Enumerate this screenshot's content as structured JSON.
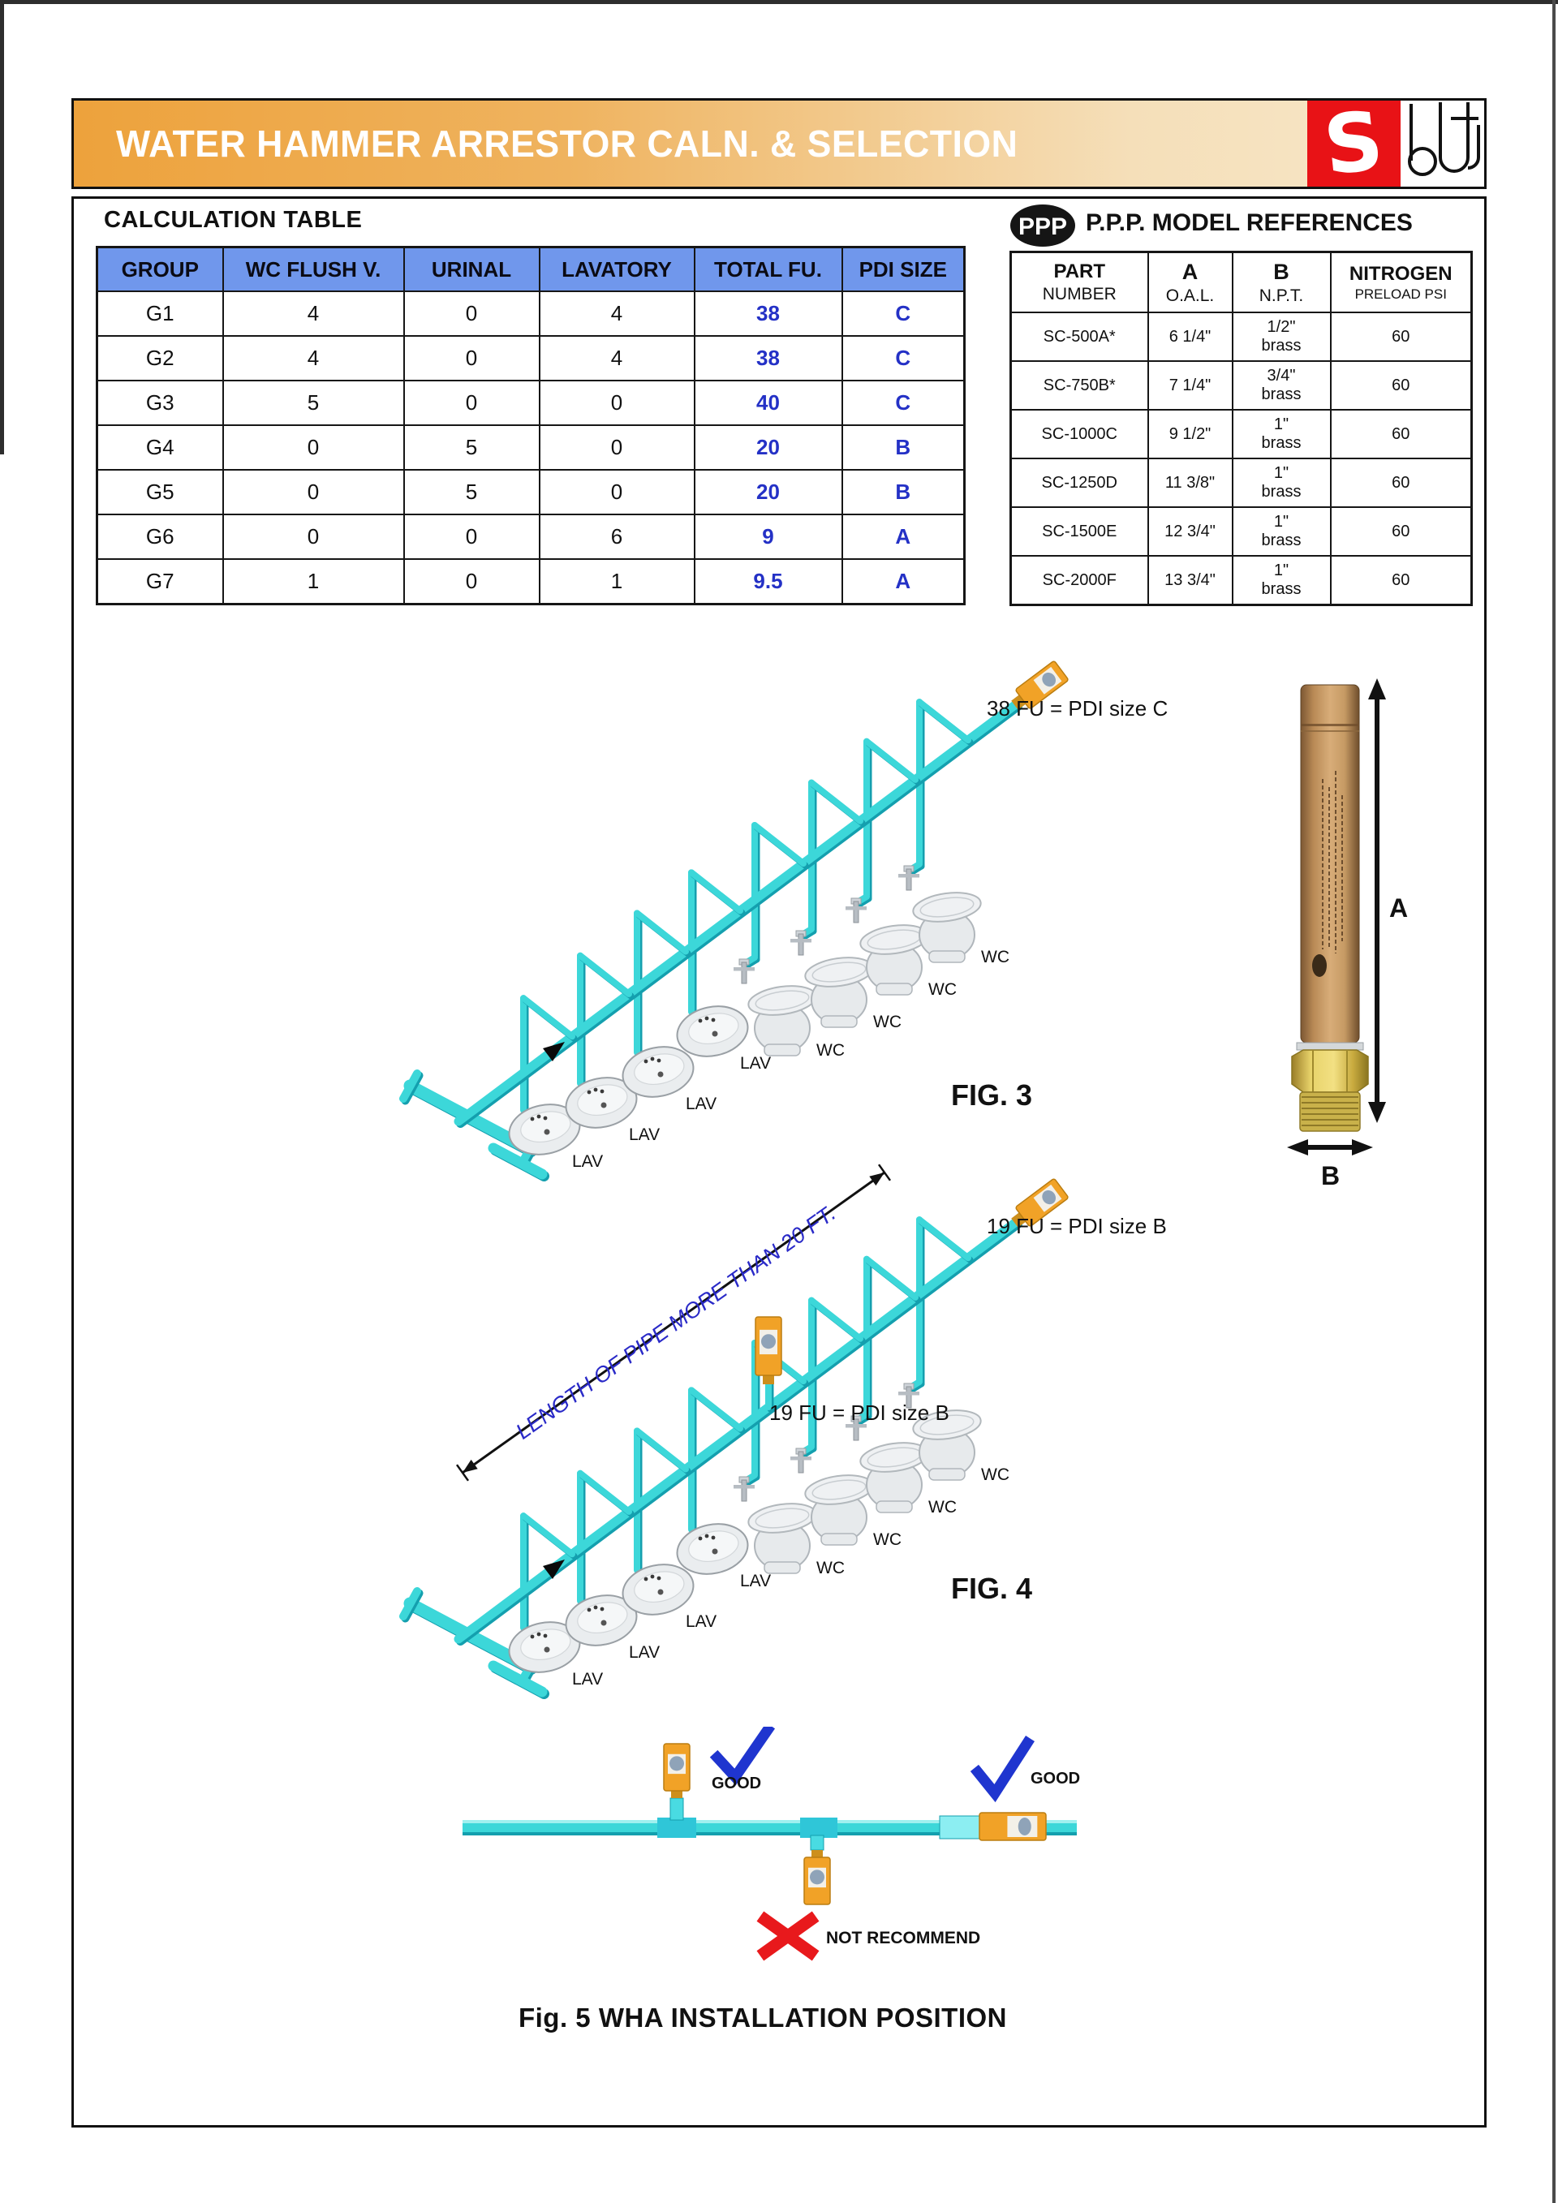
{
  "page": {
    "banner_title": "WATER HAMMER ARRESTOR CALN. & SELECTION"
  },
  "logo": {
    "s_letter": "S"
  },
  "calc_table": {
    "title": "CALCULATION TABLE",
    "headers": [
      "GROUP",
      "WC FLUSH V.",
      "URINAL",
      "LAVATORY",
      "TOTAL FU.",
      "PDI SIZE"
    ],
    "rows": [
      [
        "G1",
        "4",
        "0",
        "4",
        "38",
        "C"
      ],
      [
        "G2",
        "4",
        "0",
        "4",
        "38",
        "C"
      ],
      [
        "G3",
        "5",
        "0",
        "0",
        "40",
        "C"
      ],
      [
        "G4",
        "0",
        "5",
        "0",
        "20",
        "B"
      ],
      [
        "G5",
        "0",
        "5",
        "0",
        "20",
        "B"
      ],
      [
        "G6",
        "0",
        "0",
        "6",
        "9",
        "A"
      ],
      [
        "G7",
        "1",
        "0",
        "1",
        "9.5",
        "A"
      ]
    ]
  },
  "ref_table": {
    "logo_text": "PPP",
    "title": "P.P.P. MODEL REFERENCES",
    "headers": [
      {
        "line1": "PART",
        "line2": "NUMBER",
        "big": false
      },
      {
        "line1": "A",
        "line2": "O.A.L.",
        "big": true
      },
      {
        "line1": "B",
        "line2": "N.P.T.",
        "big": true
      },
      {
        "line1": "NITROGEN",
        "line2": "PRELOAD PSI",
        "big": false,
        "small2": true
      }
    ],
    "rows": [
      [
        "SC-500A*",
        "6 1/4\"",
        [
          "1/2\"",
          "brass"
        ],
        "60"
      ],
      [
        "SC-750B*",
        "7 1/4\"",
        [
          "3/4\"",
          "brass"
        ],
        "60"
      ],
      [
        "SC-1000C",
        "9 1/2\"",
        [
          "1\"",
          "brass"
        ],
        "60"
      ],
      [
        "SC-1250D",
        "11 3/8\"",
        [
          "1\"",
          "brass"
        ],
        "60"
      ],
      [
        "SC-1500E",
        "12 3/4\"",
        [
          "1\"",
          "brass"
        ],
        "60"
      ],
      [
        "SC-2000F",
        "13 3/4\"",
        [
          "1\"",
          "brass"
        ],
        "60"
      ]
    ]
  },
  "fig3": {
    "caption": "FIG. 3",
    "fu_label": "38 FU = PDI size C",
    "lav_label": "LAV",
    "wc_label": "WC"
  },
  "fig4": {
    "caption": "FIG. 4",
    "fu_label": "19 FU = PDI size B",
    "mid_label": "19 FU = PDI size B",
    "dim_label": "LENGTH OF PIPE MORE THAN 20 FT.",
    "lav_label": "LAV",
    "wc_label": "WC"
  },
  "fig5": {
    "caption": "Fig. 5  WHA INSTALLATION POSITION",
    "good_label_1": "GOOD",
    "good_label_2": "GOOD",
    "bad_label": "NOT RECOMMEND"
  },
  "product": {
    "dim_a": "A",
    "dim_b": "B"
  },
  "colors": {
    "pipe": "#3cd7d9",
    "pipe_shadow": "#149fae",
    "arrestor": "#f1a227",
    "check_blue": "#1f35cf",
    "cross_red": "#e8191c",
    "header_blue": "#7097ec",
    "value_blue": "#2431c6",
    "banner_orange": "#eda23c"
  }
}
